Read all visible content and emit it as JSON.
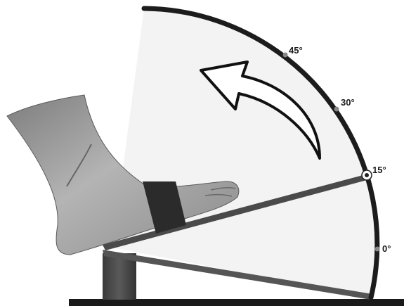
{
  "diagram": {
    "angle_markers": [
      {
        "label": "0°",
        "degrees": 0
      },
      {
        "label": "15°",
        "degrees": 15,
        "active": true
      },
      {
        "label": "30°",
        "degrees": 30
      },
      {
        "label": "45°",
        "degrees": 45
      }
    ],
    "current_angle_degrees": 15,
    "rotation_direction": "upward",
    "icons": [
      "foot-icon",
      "strap-icon",
      "curved-arrow-icon",
      "pivot-block-icon"
    ],
    "colors": {
      "arc": "#1c1c1c",
      "sector_fill": "#f3f3f3",
      "plate": "#4a4a4a",
      "strap": "#2b2b2b",
      "skin": "#9a9a9a"
    }
  }
}
